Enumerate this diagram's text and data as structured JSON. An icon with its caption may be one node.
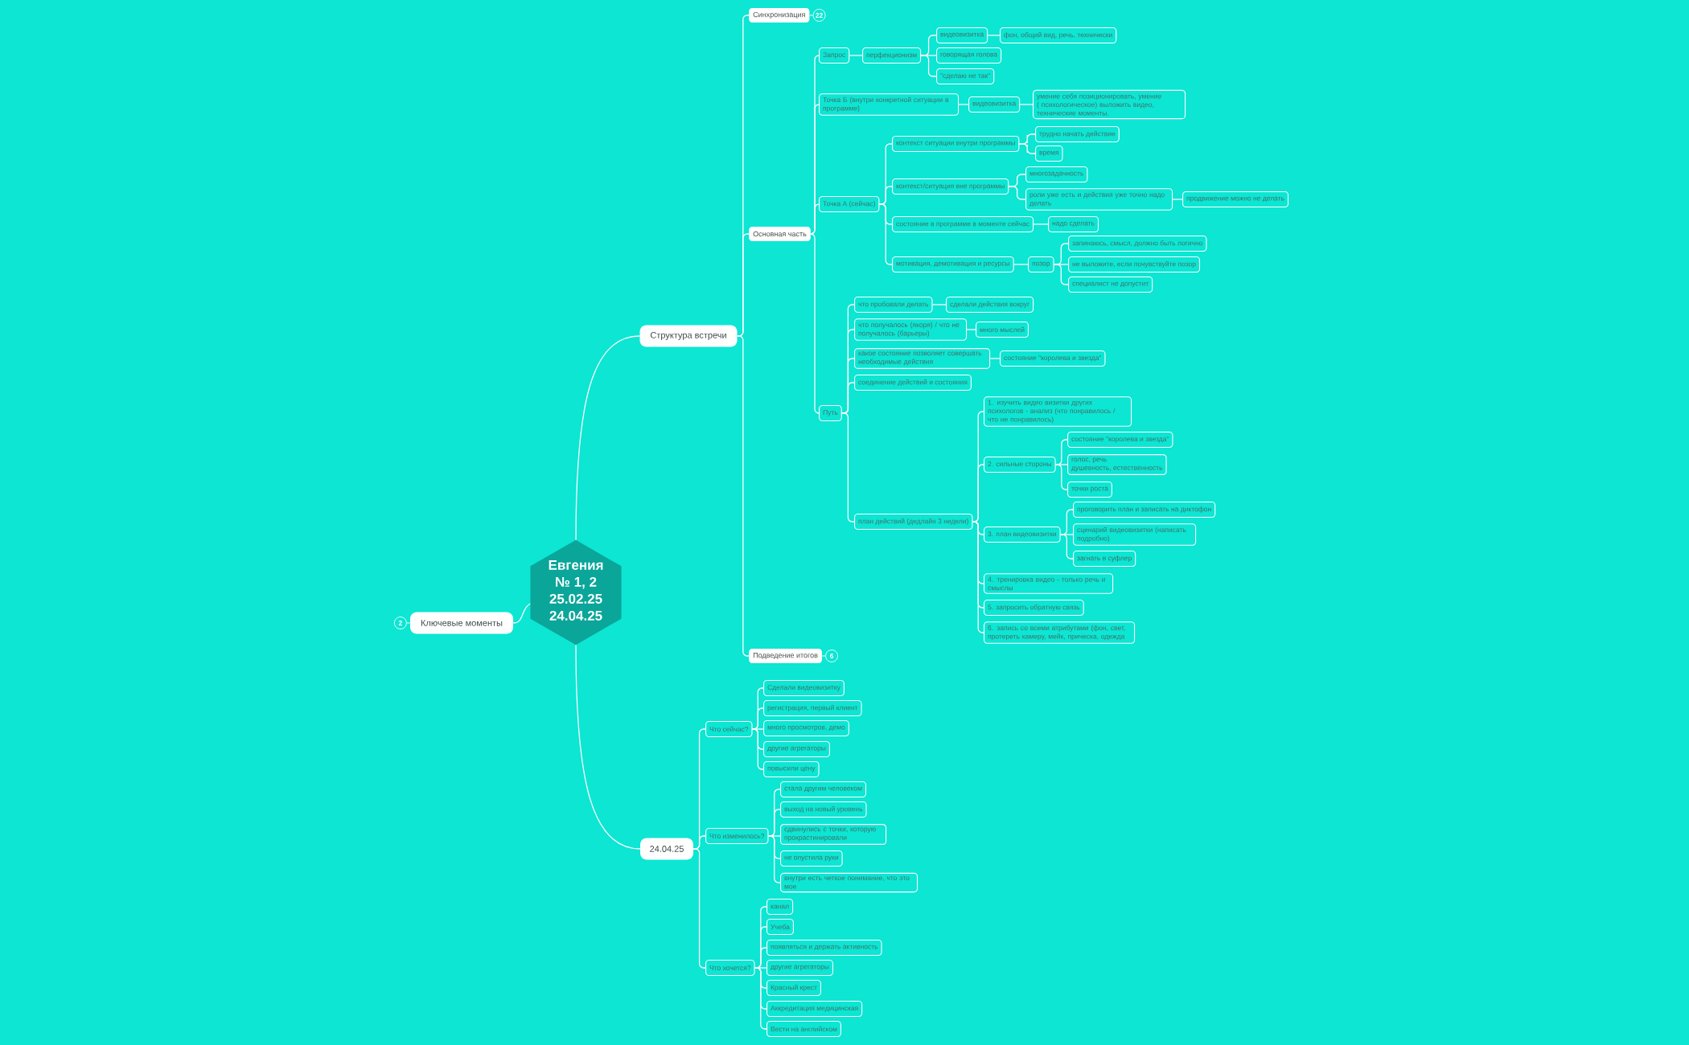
{
  "diagram": {
    "nodes": [
      {
        "text": [
          "Евгения № 1, 2 25.02.25 24.04.25"
        ]
      },
      {
        "text": [
          "Структура встречи"
        ]
      },
      {
        "text": [
          "Синхронизация"
        ],
        "beside": [
          "22"
        ]
      },
      {
        "text": [
          "Основная часть"
        ]
      },
      {
        "text": [
          "Запрос"
        ]
      },
      {
        "text": [
          "перфекционизм"
        ]
      },
      {
        "text": [
          "видеовизитка"
        ]
      },
      {
        "text": [
          "фон, общий вид, речь, технически"
        ]
      },
      {
        "text": [
          "говорящая голова"
        ]
      },
      {
        "text": [
          "\"сделаю не так\""
        ]
      },
      {
        "text": [
          "Точка Б (внутри конкретной ситуации в программе)"
        ]
      },
      {
        "text": [
          "видеовизитка"
        ]
      },
      {
        "text": [
          "умение себя позиционировать, умение ( психологическое) выложить видео, технические моменты."
        ]
      },
      {
        "text": [
          "Точка А (сейчас)"
        ]
      },
      {
        "text": [
          "контекст ситуации внутри программы"
        ]
      },
      {
        "text": [
          "трудно начать действие"
        ]
      },
      {
        "text": [
          "время"
        ]
      },
      {
        "text": [
          "контекст/ситуация вне программы"
        ]
      },
      {
        "text": [
          "многозадачность"
        ]
      },
      {
        "text": [
          "роли уже есть и действия уже точно надо делать"
        ]
      },
      {
        "text": [
          "продвижение можно не делать"
        ]
      },
      {
        "text": [
          "состояние в программе в моменте сейчас"
        ]
      },
      {
        "text": [
          "надо сделать"
        ]
      },
      {
        "text": [
          "мотивация, демотивация и ресурсы"
        ]
      },
      {
        "text": [
          "позор"
        ]
      },
      {
        "text": [
          "запинаюсь, смысл, должно быть логично"
        ]
      },
      {
        "text": [
          "не выложите, если почувствуйте позор"
        ]
      },
      {
        "text": [
          "специалист не допустит"
        ]
      },
      {
        "text": [
          "Путь"
        ]
      },
      {
        "text": [
          "что пробовали делать"
        ]
      },
      {
        "text": [
          "сделали действия вокруг"
        ]
      },
      {
        "text": [
          "что получалось (якоря) / что не получалось (барьеры)"
        ]
      },
      {
        "text": [
          "много мыслей"
        ]
      },
      {
        "text": [
          "какое состояние позволяет совершать необходимые действия"
        ]
      },
      {
        "text": [
          "состояние \"королева и звезда\""
        ]
      },
      {
        "text": [
          "соединение действий и состояния"
        ]
      },
      {
        "text": [
          "план действий (дедлайн 3 недели)"
        ]
      },
      {
        "text": [
          "1. изучить видео визитки других психологов - анализ (что понравилось / что не понравилось)"
        ]
      },
      {
        "text": [
          "2. сильные стороны"
        ]
      },
      {
        "text": [
          "состояние \"королева и звезда\""
        ]
      },
      {
        "text": [
          "голос, речь",
          "душевность, естественность"
        ]
      },
      {
        "text": [
          "точки роста"
        ]
      },
      {
        "text": [
          "3. план видеовизитки"
        ]
      },
      {
        "text": [
          "проговорить план и записать на диктофон"
        ]
      },
      {
        "text": [
          "сценарий видеовизитки (написать подробно)"
        ]
      },
      {
        "text": [
          "загнать в суфлер"
        ]
      },
      {
        "text": [
          "4. тренировка видео - только речь и смыслы"
        ]
      },
      {
        "text": [
          "5. запросить обратную связь"
        ]
      },
      {
        "text": [
          "6. запись со всеми атрибутами (фон, свет, протереть камеру, мейк, прическа, одежда"
        ]
      },
      {
        "text": [
          "Подведение итогов"
        ],
        "beside": [
          "6"
        ]
      },
      {
        "text": [
          "Ключевые моменты"
        ],
        "beside": [
          "2"
        ]
      },
      {
        "text": [
          "24.04.25"
        ]
      },
      {
        "text": [
          "Что сейчас?"
        ]
      },
      {
        "text": [
          "Сделали видеовизитку"
        ]
      },
      {
        "text": [
          "регистрация, первый клиент"
        ]
      },
      {
        "text": [
          "много просмотров, демо"
        ]
      },
      {
        "text": [
          "другие агрегаторы"
        ]
      },
      {
        "text": [
          "повысили цену"
        ]
      },
      {
        "text": [
          "Что изменилось?"
        ]
      },
      {
        "text": [
          "стала другим человеком"
        ]
      },
      {
        "text": [
          "выход на новый уровень"
        ]
      },
      {
        "text": [
          "сдвинулись с точки, которую прокрастинировали"
        ]
      },
      {
        "text": [
          "не опустила руки"
        ]
      },
      {
        "text": [
          "внутри есть четкое понимание, что это мое"
        ]
      },
      {
        "text": [
          "Что хочется?"
        ]
      },
      {
        "text": [
          "канал"
        ]
      },
      {
        "text": [
          "Учеба"
        ]
      },
      {
        "text": [
          "появляться и держать активность"
        ]
      },
      {
        "text": [
          "другие агрегаторы"
        ]
      },
      {
        "text": [
          "Красный крест"
        ]
      },
      {
        "text": [
          "Аккредитация медицинская"
        ]
      },
      {
        "text": [
          "Вести на английском"
        ]
      }
    ],
    "edges": [
      {
        "from": 0,
        "to": 1,
        "arrow": "none"
      },
      {
        "from": 0,
        "to": 50,
        "arrow": "none"
      },
      {
        "from": 0,
        "to": 51,
        "arrow": "none"
      },
      {
        "from": 1,
        "to": 2,
        "arrow": "none"
      },
      {
        "from": 1,
        "to": 3,
        "arrow": "none"
      },
      {
        "from": 1,
        "to": 49,
        "arrow": "none"
      },
      {
        "from": 3,
        "to": 4,
        "arrow": "none"
      },
      {
        "from": 3,
        "to": 10,
        "arrow": "none"
      },
      {
        "from": 3,
        "to": 13,
        "arrow": "none"
      },
      {
        "from": 3,
        "to": 28,
        "arrow": "none"
      },
      {
        "from": 4,
        "to": 5,
        "arrow": "none"
      },
      {
        "from": 5,
        "to": 6,
        "arrow": "none"
      },
      {
        "from": 5,
        "to": 8,
        "arrow": "none"
      },
      {
        "from": 5,
        "to": 9,
        "arrow": "none"
      },
      {
        "from": 6,
        "to": 7,
        "arrow": "none"
      },
      {
        "from": 10,
        "to": 11,
        "arrow": "none"
      },
      {
        "from": 11,
        "to": 12,
        "arrow": "none"
      },
      {
        "from": 13,
        "to": 14,
        "arrow": "none"
      },
      {
        "from": 13,
        "to": 17,
        "arrow": "none"
      },
      {
        "from": 13,
        "to": 21,
        "arrow": "none"
      },
      {
        "from": 13,
        "to": 23,
        "arrow": "none"
      },
      {
        "from": 14,
        "to": 15,
        "arrow": "none"
      },
      {
        "from": 14,
        "to": 16,
        "arrow": "none"
      },
      {
        "from": 17,
        "to": 18,
        "arrow": "none"
      },
      {
        "from": 17,
        "to": 19,
        "arrow": "none"
      },
      {
        "from": 19,
        "to": 20,
        "arrow": "none"
      },
      {
        "from": 21,
        "to": 22,
        "arrow": "none"
      },
      {
        "from": 23,
        "to": 24,
        "arrow": "none"
      },
      {
        "from": 24,
        "to": 25,
        "arrow": "none"
      },
      {
        "from": 24,
        "to": 26,
        "arrow": "none"
      },
      {
        "from": 24,
        "to": 27,
        "arrow": "none"
      },
      {
        "from": 28,
        "to": 29,
        "arrow": "none"
      },
      {
        "from": 28,
        "to": 31,
        "arrow": "none"
      },
      {
        "from": 28,
        "to": 33,
        "arrow": "none"
      },
      {
        "from": 28,
        "to": 35,
        "arrow": "none"
      },
      {
        "from": 28,
        "to": 36,
        "arrow": "none"
      },
      {
        "from": 29,
        "to": 30,
        "arrow": "none"
      },
      {
        "from": 31,
        "to": 32,
        "arrow": "none"
      },
      {
        "from": 33,
        "to": 34,
        "arrow": "none"
      },
      {
        "from": 36,
        "to": 37,
        "arrow": "none"
      },
      {
        "from": 36,
        "to": 38,
        "arrow": "none"
      },
      {
        "from": 36,
        "to": 42,
        "arrow": "none"
      },
      {
        "from": 36,
        "to": 46,
        "arrow": "none"
      },
      {
        "from": 36,
        "to": 47,
        "arrow": "none"
      },
      {
        "from": 36,
        "to": 48,
        "arrow": "none"
      },
      {
        "from": 38,
        "to": 39,
        "arrow": "none"
      },
      {
        "from": 38,
        "to": 40,
        "arrow": "none"
      },
      {
        "from": 38,
        "to": 41,
        "arrow": "none"
      },
      {
        "from": 42,
        "to": 43,
        "arrow": "none"
      },
      {
        "from": 42,
        "to": 44,
        "arrow": "none"
      },
      {
        "from": 42,
        "to": 45,
        "arrow": "none"
      },
      {
        "from": 51,
        "to": 52,
        "arrow": "none"
      },
      {
        "from": 51,
        "to": 58,
        "arrow": "none"
      },
      {
        "from": 51,
        "to": 64,
        "arrow": "none"
      },
      {
        "from": 52,
        "to": 53,
        "arrow": "none"
      },
      {
        "from": 52,
        "to": 54,
        "arrow": "none"
      },
      {
        "from": 52,
        "to": 55,
        "arrow": "none"
      },
      {
        "from": 52,
        "to": 56,
        "arrow": "none"
      },
      {
        "from": 52,
        "to": 57,
        "arrow": "none"
      },
      {
        "from": 58,
        "to": 59,
        "arrow": "none"
      },
      {
        "from": 58,
        "to": 60,
        "arrow": "none"
      },
      {
        "from": 58,
        "to": 61,
        "arrow": "none"
      },
      {
        "from": 58,
        "to": 62,
        "arrow": "none"
      },
      {
        "from": 58,
        "to": 63,
        "arrow": "none"
      },
      {
        "from": 64,
        "to": 65,
        "arrow": "none"
      },
      {
        "from": 64,
        "to": 66,
        "arrow": "none"
      },
      {
        "from": 64,
        "to": 67,
        "arrow": "none"
      },
      {
        "from": 64,
        "to": 68,
        "arrow": "none"
      },
      {
        "from": 64,
        "to": 69,
        "arrow": "none"
      },
      {
        "from": 64,
        "to": 70,
        "arrow": "none"
      },
      {
        "from": 64,
        "to": 71,
        "arrow": "none"
      }
    ]
  }
}
